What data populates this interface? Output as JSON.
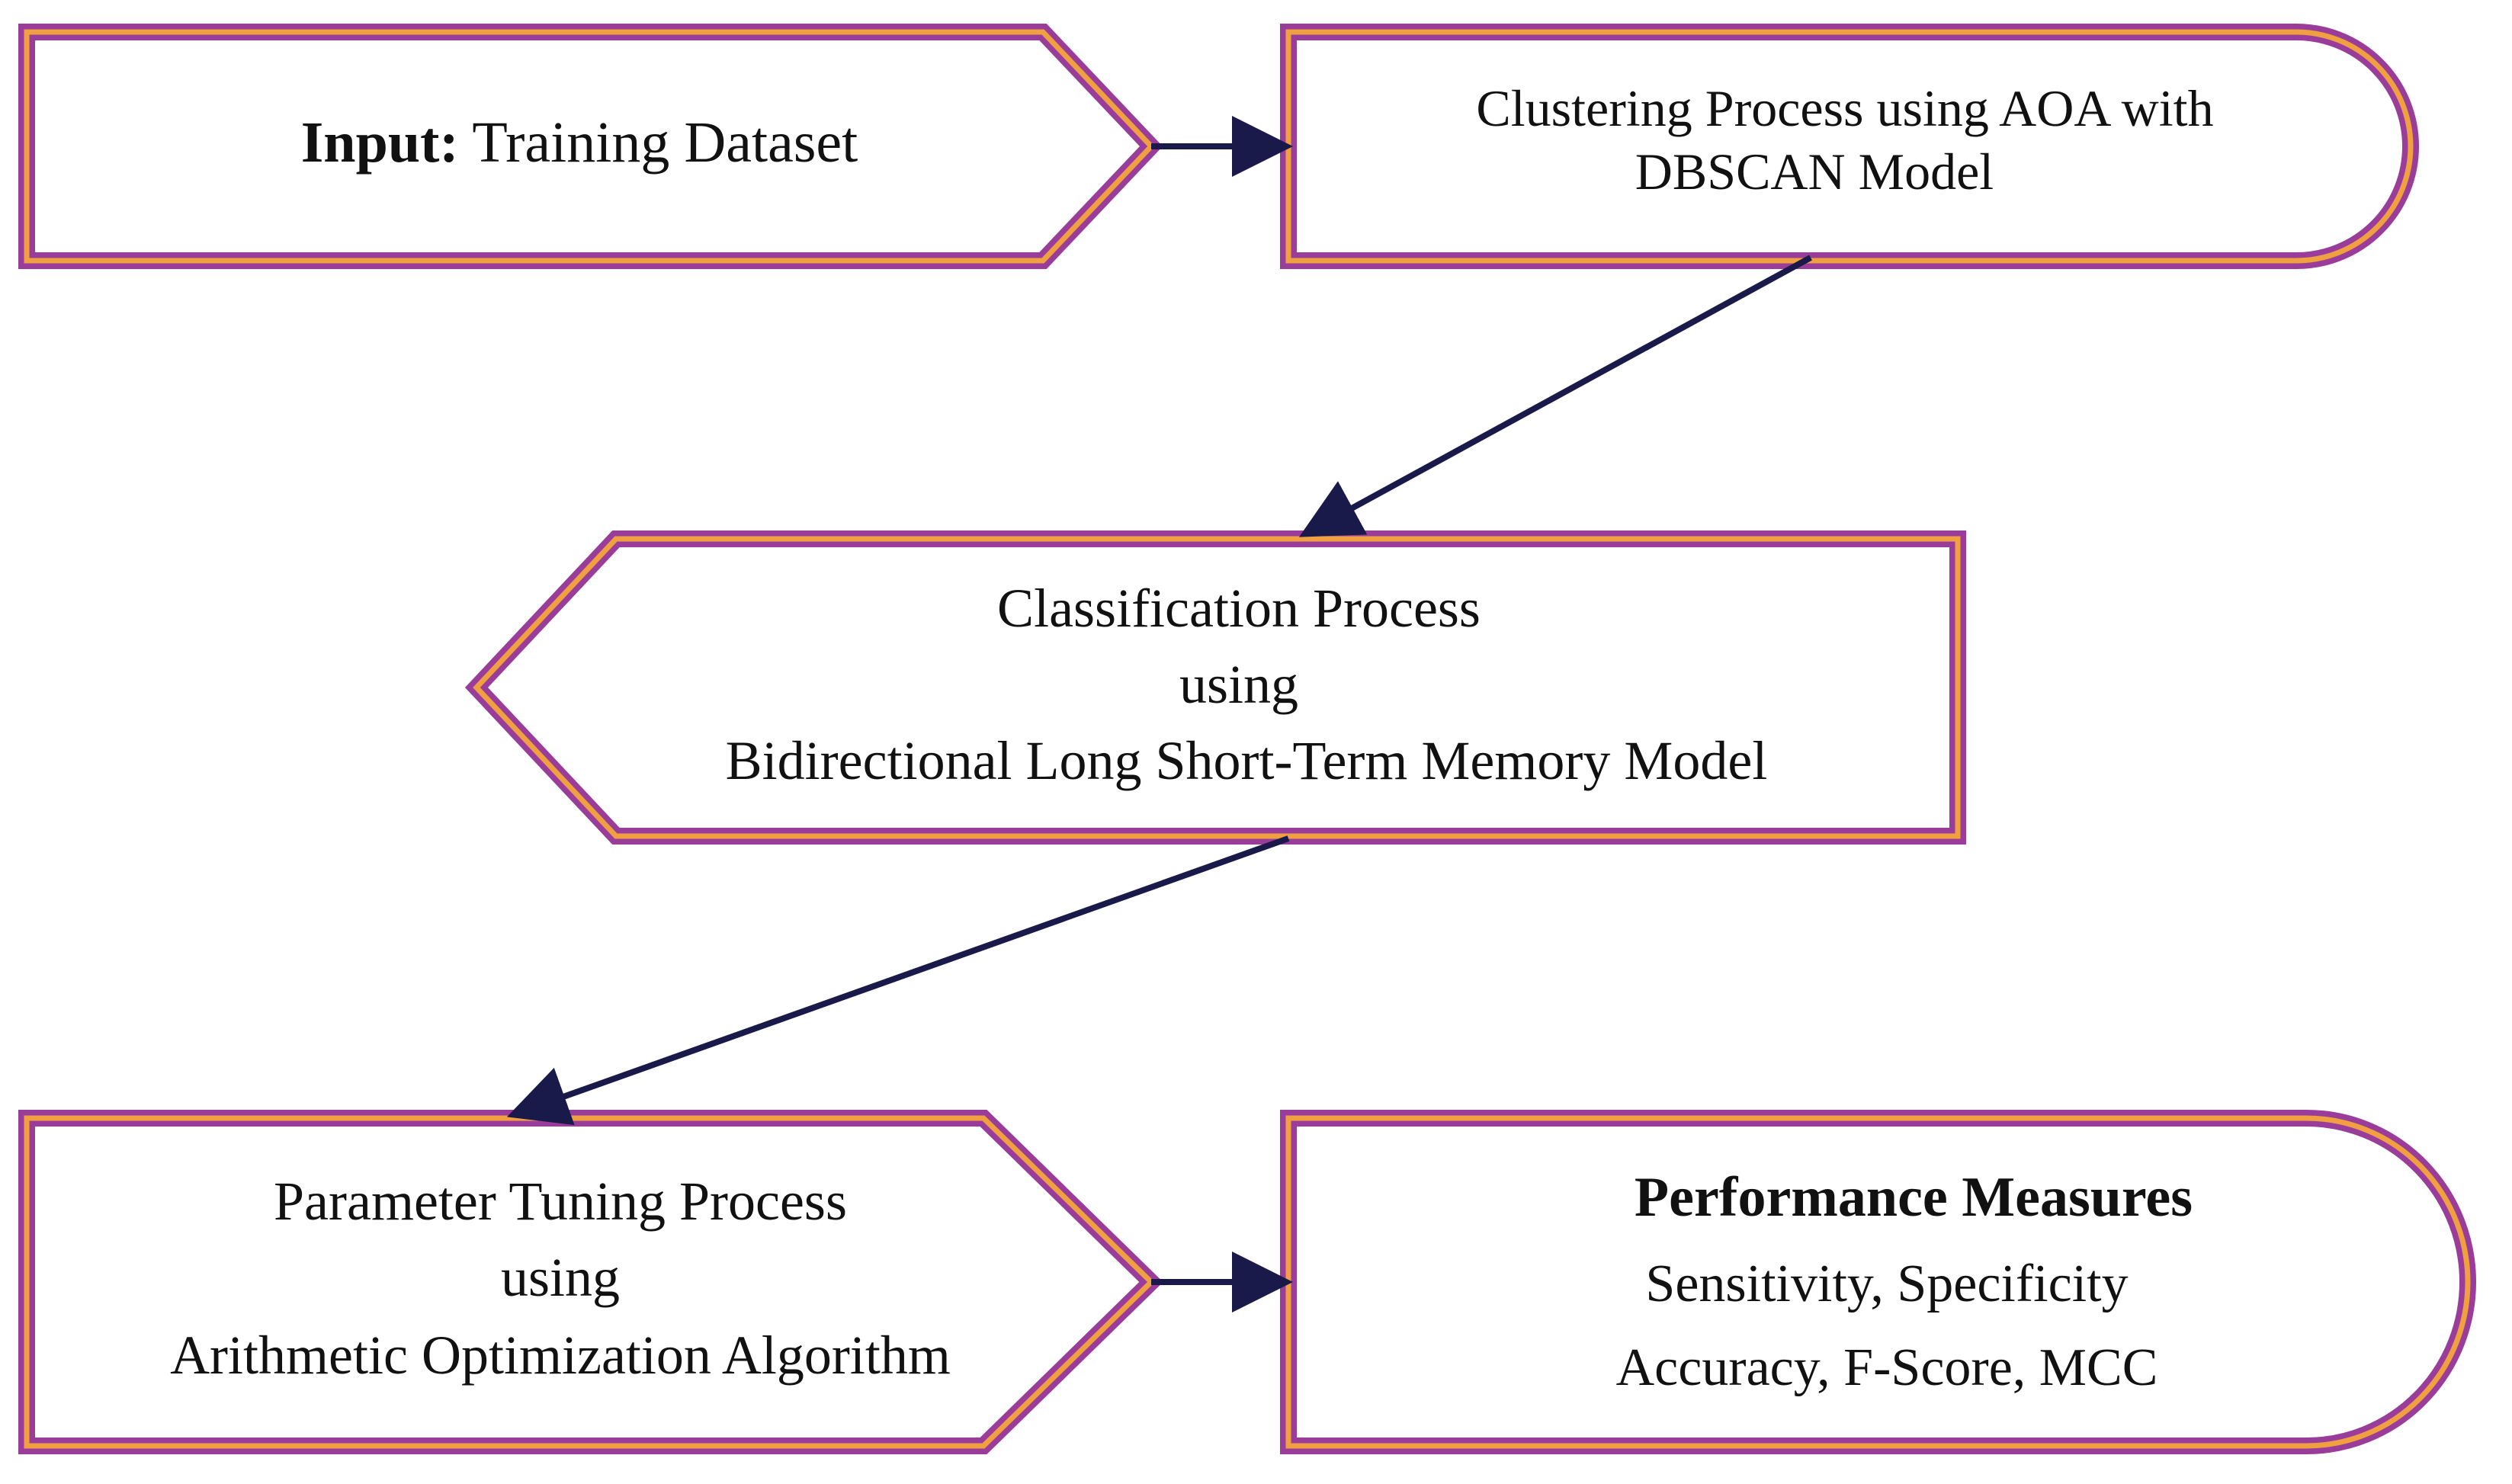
{
  "colors": {
    "border_outer": "#9a3d9a",
    "border_inner": "#f0a040",
    "arrow": "#1a1a4a",
    "text": "#111111",
    "background": "#ffffff"
  },
  "nodes": {
    "input": {
      "label_bold": "Input:",
      "label_rest": " Training Dataset"
    },
    "clustering": {
      "line1": "Clustering Process using AOA with",
      "line2": "DBSCAN Model"
    },
    "classification": {
      "line1": "Classification Process",
      "line2": "using",
      "line3": "Bidirectional Long Short-Term Memory Model"
    },
    "tuning": {
      "line1": "Parameter Tuning Process",
      "line2": "using",
      "line3": "Arithmetic Optimization Algorithm"
    },
    "performance": {
      "title": "Performance Measures",
      "line1": "Sensitivity, Specificity",
      "line2": "Accuracy, F-Score, MCC"
    }
  }
}
